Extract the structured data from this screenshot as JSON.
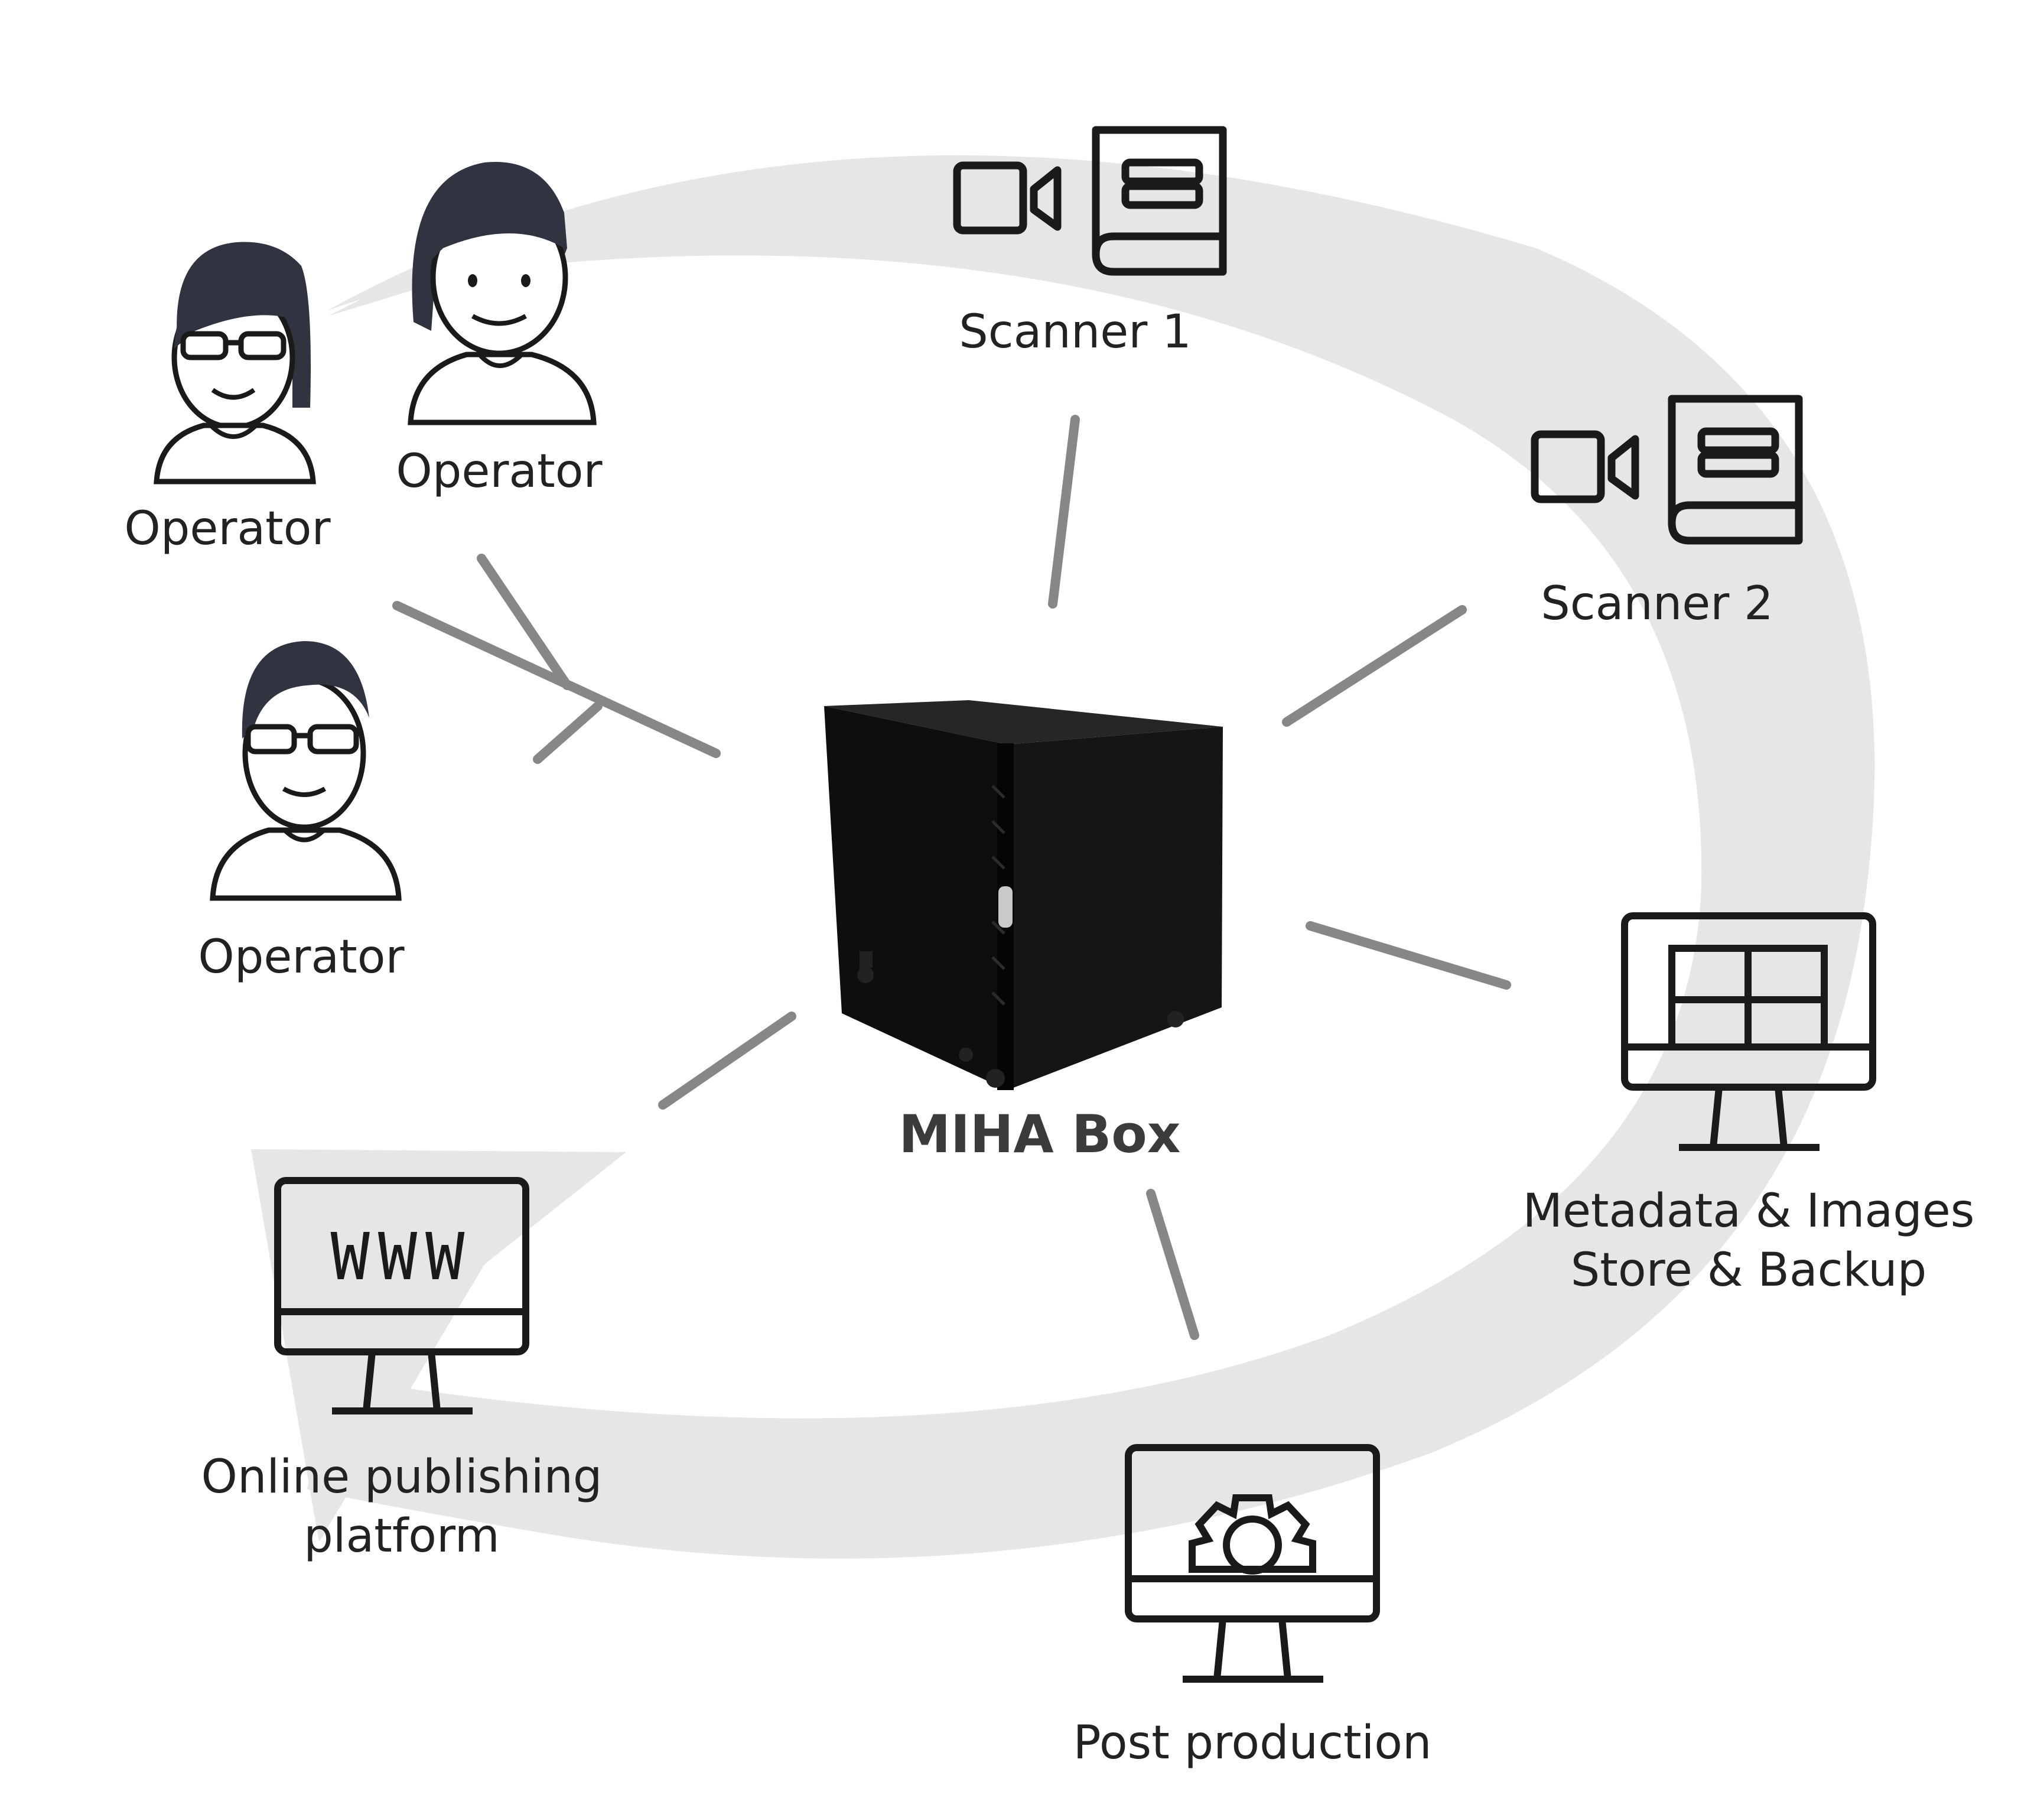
{
  "center": {
    "label": "MIHA Box",
    "icon": "server-cabinet-icon"
  },
  "nodes": {
    "operator_1": {
      "label": "Operator",
      "icon": "operator-woman-glasses-icon"
    },
    "operator_2": {
      "label": "Operator",
      "icon": "operator-woman-icon"
    },
    "operator_3": {
      "label": "Operator",
      "icon": "operator-man-glasses-icon"
    },
    "scanner_1": {
      "label": "Scanner 1",
      "icons": [
        "video-camera-icon",
        "book-icon"
      ]
    },
    "scanner_2": {
      "label": "Scanner 2",
      "icons": [
        "video-camera-icon",
        "book-icon"
      ]
    },
    "metadata": {
      "line1": "Metadata & Images",
      "line2": "Store & Backup",
      "icon": "monitor-gallery-icon"
    },
    "post_production": {
      "label": "Post production",
      "icon": "monitor-gear-icon"
    },
    "online_publishing": {
      "line1": "Online publishing",
      "line2": "platform",
      "icon": "monitor-www-icon",
      "screen_text": "WWW"
    }
  },
  "colors": {
    "flow_arrow": "#e5e5e5",
    "connector": "#8a8a8a",
    "icon_stroke": "#1f1f1f",
    "hair": "#2f3440",
    "cabinet": "#111111"
  }
}
